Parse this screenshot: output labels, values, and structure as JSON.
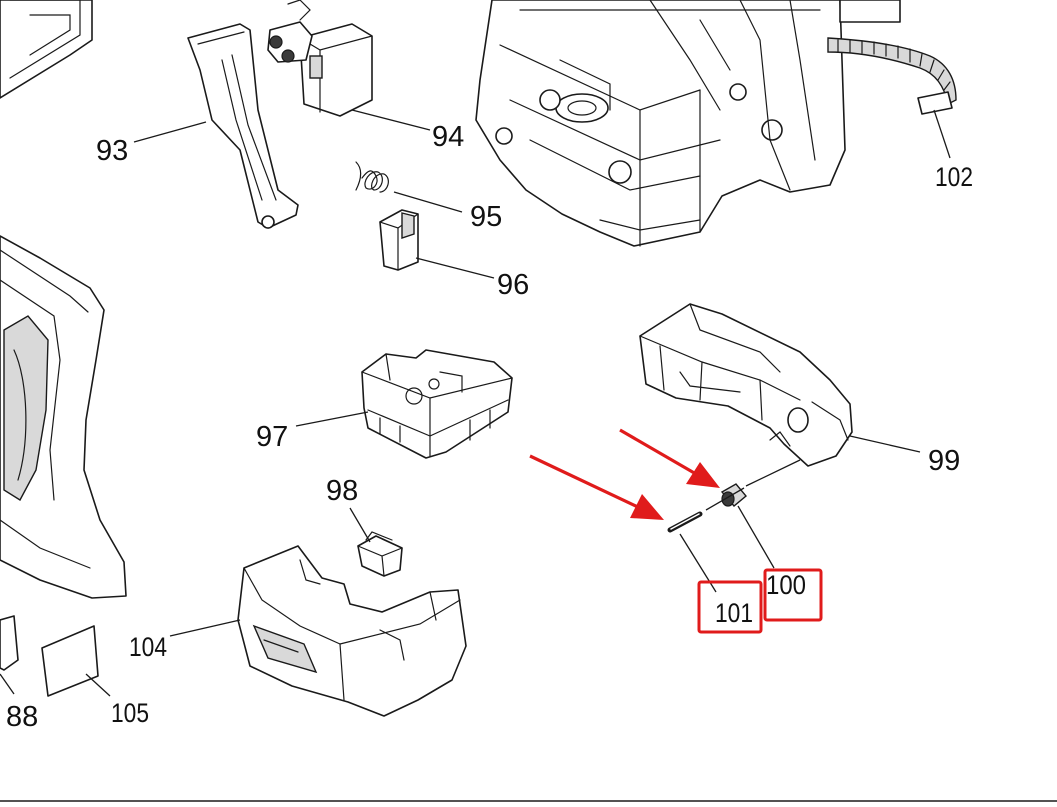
{
  "colors": {
    "highlight": "#e01b1b",
    "line": "#1a1a1a",
    "background": "#ffffff"
  },
  "callouts": {
    "p93": "93",
    "p94": "94",
    "p95": "95",
    "p96": "96",
    "p97": "97",
    "p98": "98",
    "p99": "99",
    "p100": "100",
    "p101": "101",
    "p102": "102",
    "p104": "104",
    "p105": "105",
    "p88": "88"
  },
  "highlighted_parts": [
    "100",
    "101"
  ],
  "arrows_point_to": [
    "100",
    "101"
  ]
}
